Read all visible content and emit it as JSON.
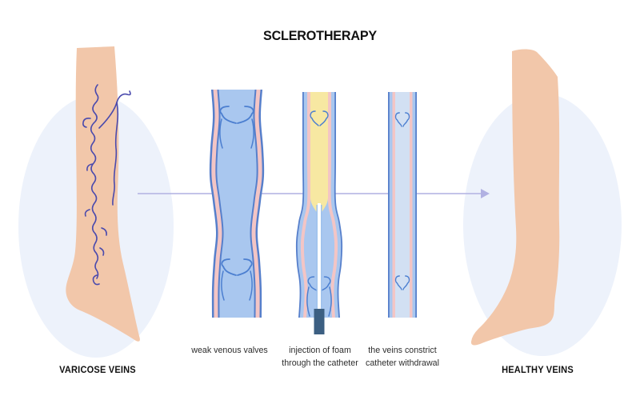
{
  "title": "SCLEROTHERAPY",
  "figures": {
    "left_label": "VARICOSE VEINS",
    "right_label": "HEALTHY VEINS"
  },
  "steps": [
    {
      "line1": "weak venous valves",
      "line2": ""
    },
    {
      "line1": "injection of foam",
      "line2": "through the catheter"
    },
    {
      "line1": "the veins constrict",
      "line2": "catheter withdrawal"
    }
  ],
  "colors": {
    "background": "#ffffff",
    "backdrop_ellipse": "#edf2fb",
    "skin": "#f2c7aa",
    "varicose_vein": "#4a4aad",
    "arrow": "#b1b1e2",
    "vein_outline": "#567fcb",
    "vein_wall_pink": "#f3c5c5",
    "lumen_blue": "#a9c7ef",
    "lumen_pale": "#d2e0f3",
    "foam_yellow": "#f7e8a2",
    "catheter_white": "#ffffff",
    "catheter_outline": "#9fc2ec",
    "catheter_handle": "#3c5f82",
    "valve_stroke": "#4c7fd0",
    "text_dark": "#111111",
    "text_label": "#2d2d2d"
  }
}
